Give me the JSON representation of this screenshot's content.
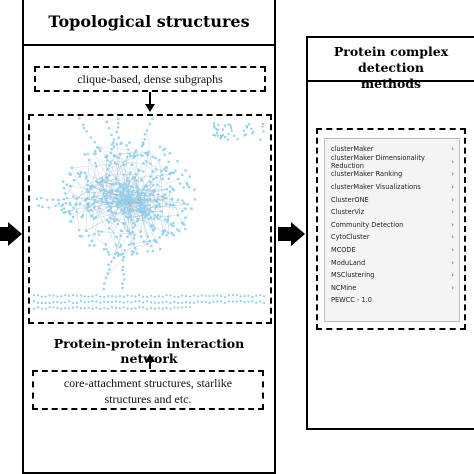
{
  "left_panel": {
    "title": "Topological structures",
    "top_callout": "clique-based, dense subgraphs",
    "network_caption": "Protein-protein interaction network",
    "bottom_callout_line1": "core-attachment structures, starlike",
    "bottom_callout_line2": "structures and etc."
  },
  "right_panel": {
    "title_line1": "Protein complex detection",
    "title_line2": "methods",
    "menu_items": [
      {
        "label": "clusterMaker",
        "chevron": "›"
      },
      {
        "label": "clusterMaker Dimensionality Reduction",
        "chevron": "›"
      },
      {
        "label": "clusterMaker Ranking",
        "chevron": "›"
      },
      {
        "label": "clusterMaker Visualizations",
        "chevron": "›"
      },
      {
        "label": "ClusterONE",
        "chevron": "›"
      },
      {
        "label": "ClusterViz",
        "chevron": "›"
      },
      {
        "label": "Community Detection",
        "chevron": "›"
      },
      {
        "label": "CytoCluster",
        "chevron": "›"
      },
      {
        "label": "MCODE",
        "chevron": "›"
      },
      {
        "label": "ModuLand",
        "chevron": "›"
      },
      {
        "label": "MSClustering",
        "chevron": "›"
      },
      {
        "label": "NCMine",
        "chevron": "›"
      },
      {
        "label": "PEWCC - 1.0",
        "chevron": ""
      }
    ]
  },
  "colors": {
    "network_node": "#8ecfee",
    "network_edge": "#5a8fb0",
    "menu_bg": "#f4f4f4"
  }
}
